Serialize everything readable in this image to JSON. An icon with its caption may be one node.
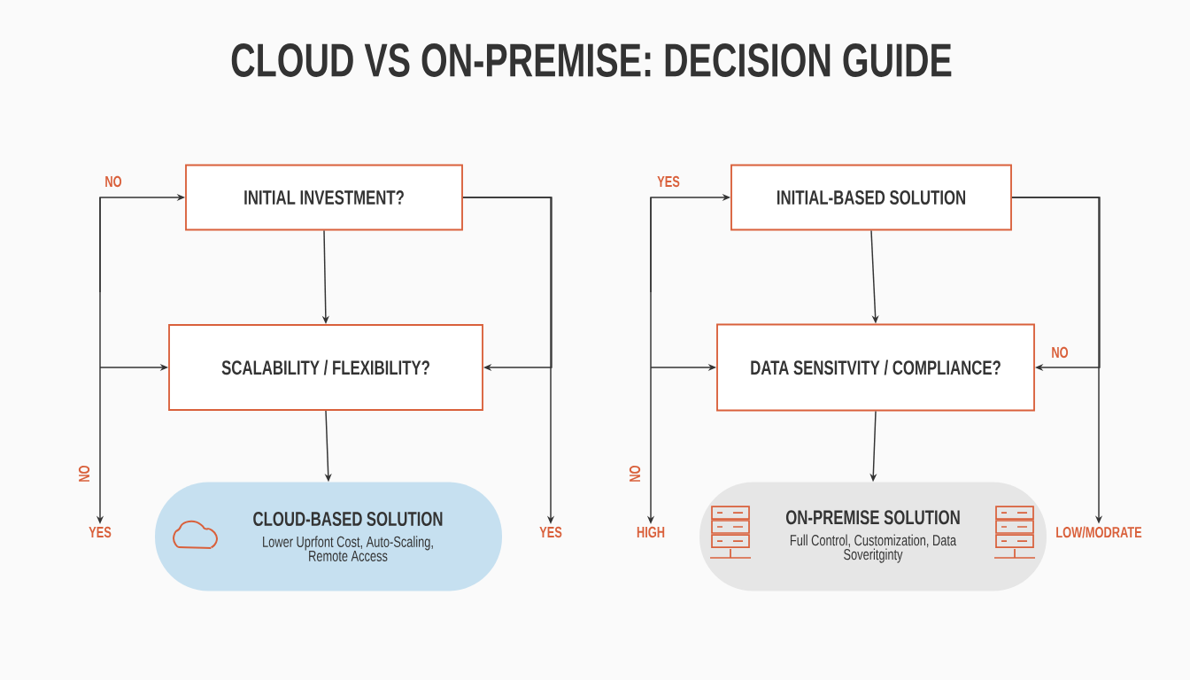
{
  "diagram": {
    "title": "CLOUD VS ON-PREMISE: DECISION GUIDE",
    "nodes": [
      {
        "text": [
          "INITIAL INVESTMENT?"
        ]
      },
      {
        "text": [
          "INITIAL-BASED SOLUTION"
        ]
      },
      {
        "text": [
          "SCALABILITY / FLEXIBILITY?"
        ]
      },
      {
        "text": [
          "DATA SENSITVITY / COMPLIANCE?"
        ]
      },
      {
        "text": [
          "YES"
        ]
      },
      {
        "text": [
          "CLOUD-BASED SOLUTION",
          "Lower Uprfont Cost, Auto-Scaling, Remote Access"
        ]
      },
      {
        "text": [
          "YES"
        ]
      },
      {
        "text": [
          "HIGH"
        ]
      },
      {
        "text": [
          "ON-PREMISE SOLUTION",
          "Full Control, Customization, Data Soveritginty"
        ]
      },
      {
        "text": [
          "LOW/MODRATE"
        ]
      }
    ],
    "edges": [
      {
        "from": 0,
        "to": 2,
        "arrow": "to"
      },
      {
        "from": 2,
        "to": 5,
        "arrow": "to"
      },
      {
        "from": null,
        "to": 0,
        "arrow": "to",
        "label": "NO"
      },
      {
        "from": null,
        "to": 2,
        "arrow": "to"
      },
      {
        "from": null,
        "to": 4,
        "arrow": "to",
        "label": "NO"
      },
      {
        "from": 0,
        "to": 2,
        "arrow": "to"
      },
      {
        "from": 0,
        "to": 6,
        "arrow": "to"
      },
      {
        "from": 1,
        "to": 3,
        "arrow": "to"
      },
      {
        "from": 3,
        "to": 8,
        "arrow": "to"
      },
      {
        "from": null,
        "to": 1,
        "arrow": "to",
        "label": "YES"
      },
      {
        "from": null,
        "to": 3,
        "arrow": "to"
      },
      {
        "from": null,
        "to": 7,
        "arrow": "to",
        "label": "NO"
      },
      {
        "from": 1,
        "to": 3,
        "arrow": "to",
        "label": "NO"
      },
      {
        "from": 1,
        "to": 9,
        "arrow": "to"
      }
    ]
  }
}
